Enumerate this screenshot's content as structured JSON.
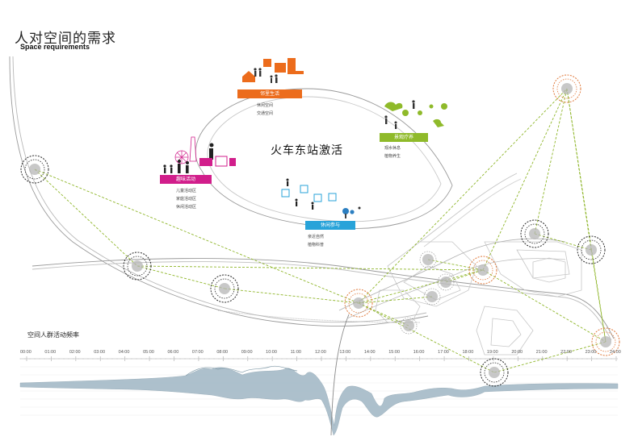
{
  "header": {
    "title": "人对空间的需求",
    "subtitle": "Space requirements"
  },
  "center": {
    "title": "火车东站激活"
  },
  "categories": [
    {
      "label": "邻里生活",
      "items": [
        "休闲空间",
        "交通空间"
      ],
      "color": "#ec6c1c"
    },
    {
      "label": "景观疗养",
      "items": [
        "观水休息",
        "植物养生"
      ],
      "color": "#8fba2a"
    },
    {
      "label": "趣味活动",
      "items": [
        "儿童活动区",
        "家庭活动区",
        "休闲活动区"
      ],
      "color": "#d11e8b"
    },
    {
      "label": "休闲参与",
      "items": [
        "亲近自然",
        "植物科普"
      ],
      "color": "#28a3d9"
    }
  ],
  "frequency": {
    "title": "空间人群活动频率",
    "hours": [
      "00:00",
      "01:00",
      "02:00",
      "03:00",
      "04:00",
      "05:00",
      "06:00",
      "07:00",
      "08:00",
      "09:00",
      "10:00",
      "11:00",
      "12:00",
      "13:00",
      "14:00",
      "15:00",
      "16:00",
      "17:00",
      "18:00",
      "19:00",
      "20:00",
      "21:00",
      "22:00",
      "23:00",
      "24:00"
    ]
  },
  "colors": {
    "dashed_link": "#8fb62a",
    "node_dark": "#2b2b2b",
    "node_orange": "#e07a3c",
    "track": "#9a9a9a",
    "wave": "#9fb6c4"
  },
  "icons": [
    "house-icon",
    "people-icon",
    "factory-icon",
    "bird-icon",
    "plant-icon",
    "family-icon",
    "ferris-wheel-icon",
    "child-icon",
    "sport-icon",
    "tree-icon"
  ]
}
